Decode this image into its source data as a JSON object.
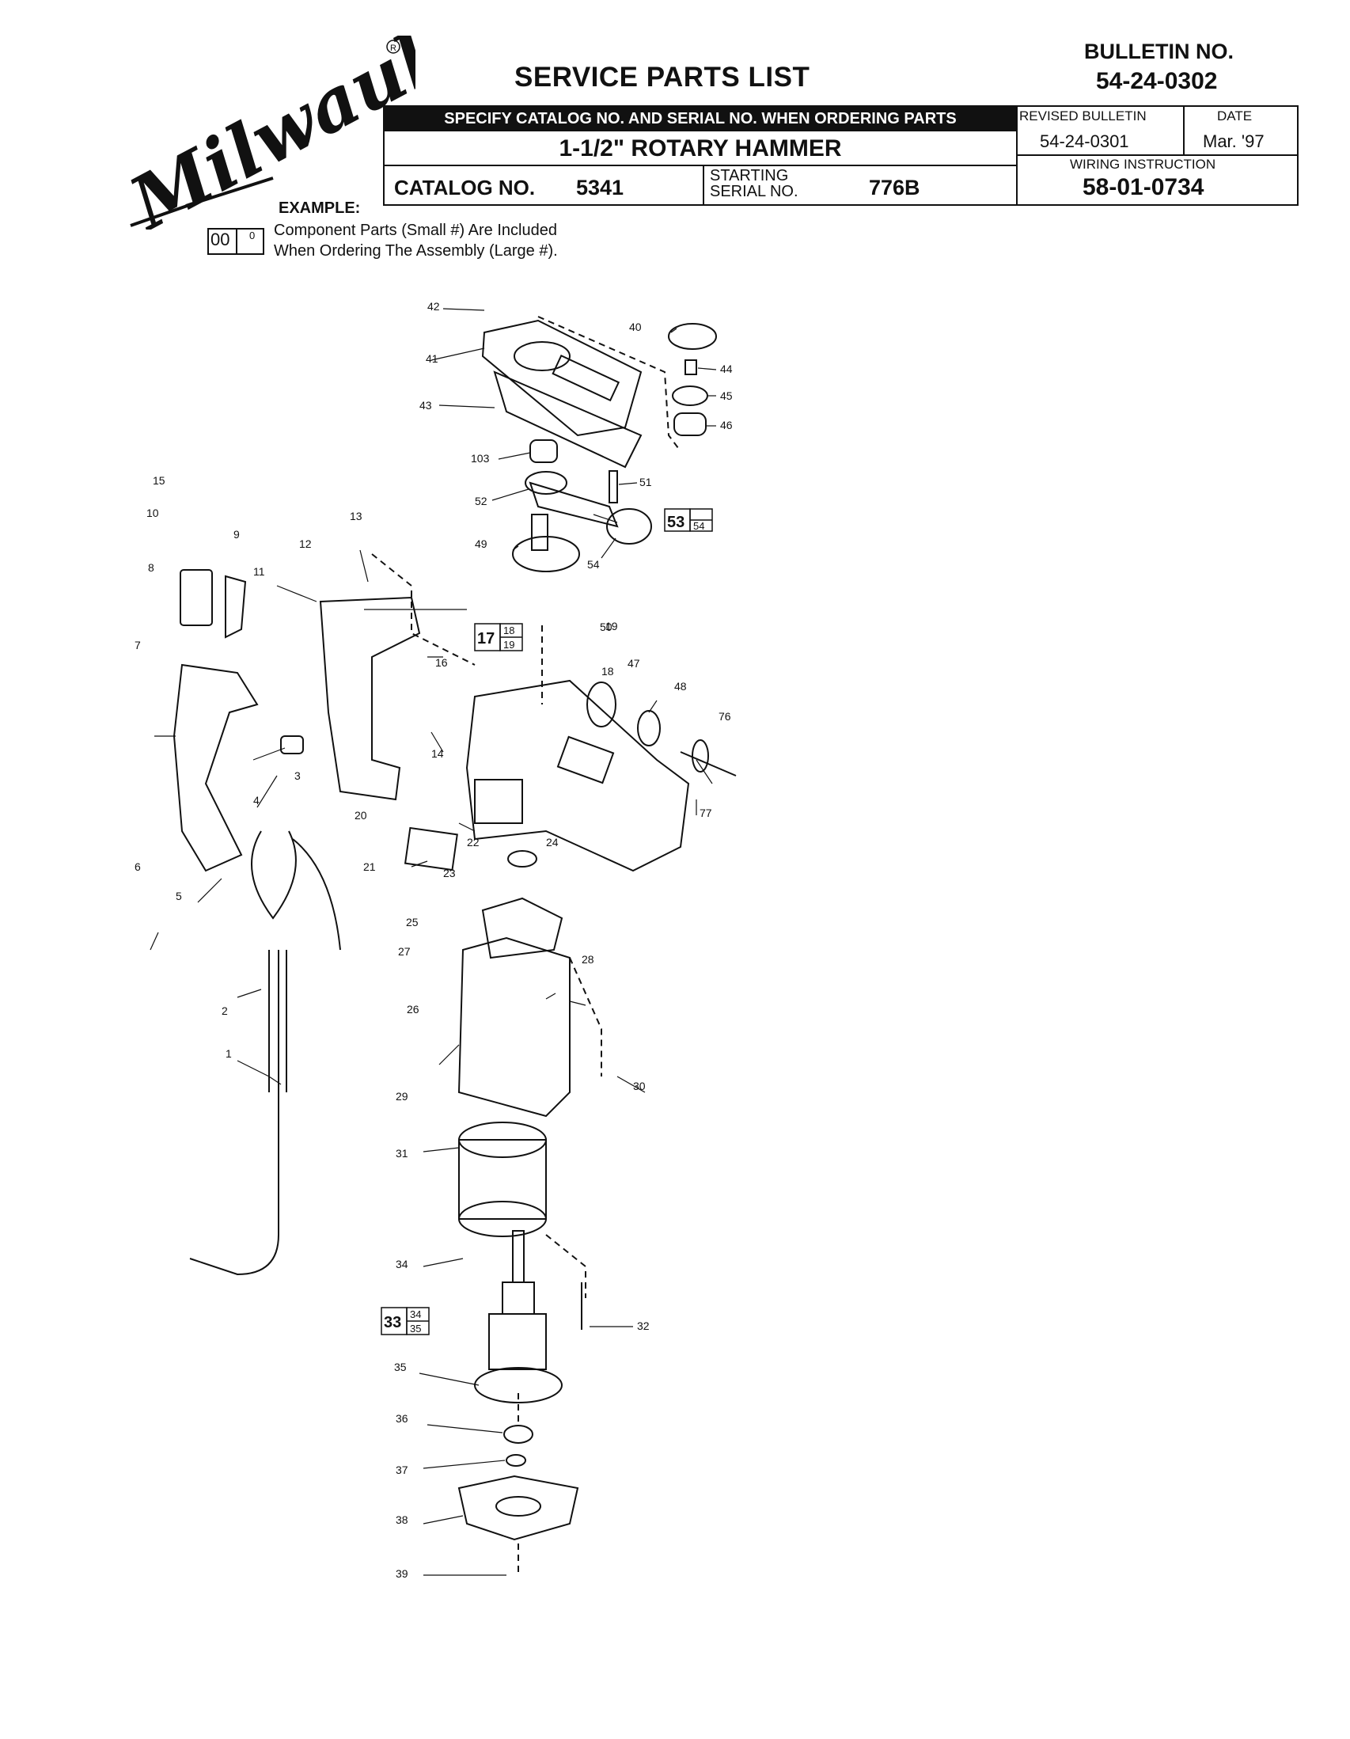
{
  "brand": "Milwaukee",
  "header": {
    "title": "SERVICE PARTS LIST",
    "bulletin_label": "BULLETIN NO.",
    "bulletin_no": "54-24-0302",
    "specify_notice": "SPECIFY CATALOG NO. AND SERIAL NO. WHEN ORDERING PARTS",
    "product_name": "1-1/2\" ROTARY HAMMER",
    "catalog_label": "CATALOG NO.",
    "catalog_no": "5341",
    "starting_label_1": "STARTING",
    "starting_label_2": "SERIAL NO.",
    "starting_serial": "776B",
    "revised_label": "REVISED BULLETIN",
    "revised_no": "54-24-0301",
    "date_label": "DATE",
    "date": "Mar. '97",
    "wiring_label": "WIRING INSTRUCTION",
    "wiring_no": "58-01-0734"
  },
  "example": {
    "label": "EXAMPLE:",
    "big": "00",
    "small": "0",
    "line1": "Component Parts (Small #) Are Included",
    "line2": "When Ordering The Assembly (Large #)."
  },
  "parts": {
    "p1": "1",
    "p2": "2",
    "p3": "3",
    "p4": "4",
    "p5": "5",
    "p6": "6",
    "p7": "7",
    "p8": "8",
    "p9": "9",
    "p10": "10",
    "p11": "11",
    "p12": "12",
    "p13": "13",
    "p14": "14",
    "p15": "15",
    "p16": "16",
    "p18": "18",
    "p19": "19",
    "p20": "20",
    "p21": "21",
    "p22": "22",
    "p23": "23",
    "p24": "24",
    "p25": "25",
    "p26": "26",
    "p27": "27",
    "p28": "28",
    "p29": "29",
    "p30": "30",
    "p31": "31",
    "p32": "32",
    "p34": "34",
    "p35": "35",
    "p36": "36",
    "p37": "37",
    "p38": "38",
    "p39": "39",
    "p40": "40",
    "p41": "41",
    "p42": "42",
    "p43": "43",
    "p44": "44",
    "p45": "45",
    "p46": "46",
    "p47": "47",
    "p48": "48",
    "p49": "49",
    "p50": "50",
    "p51": "51",
    "p52": "52",
    "p54": "54",
    "p76": "76",
    "p77": "77",
    "p103": "103"
  },
  "assemblies": {
    "a17": {
      "big": "17",
      "s1": "18",
      "s2": "19"
    },
    "a33": {
      "big": "33",
      "s1": "34",
      "s2": "35"
    },
    "a53": {
      "big": "53",
      "s1": "",
      "s2": "54"
    }
  }
}
